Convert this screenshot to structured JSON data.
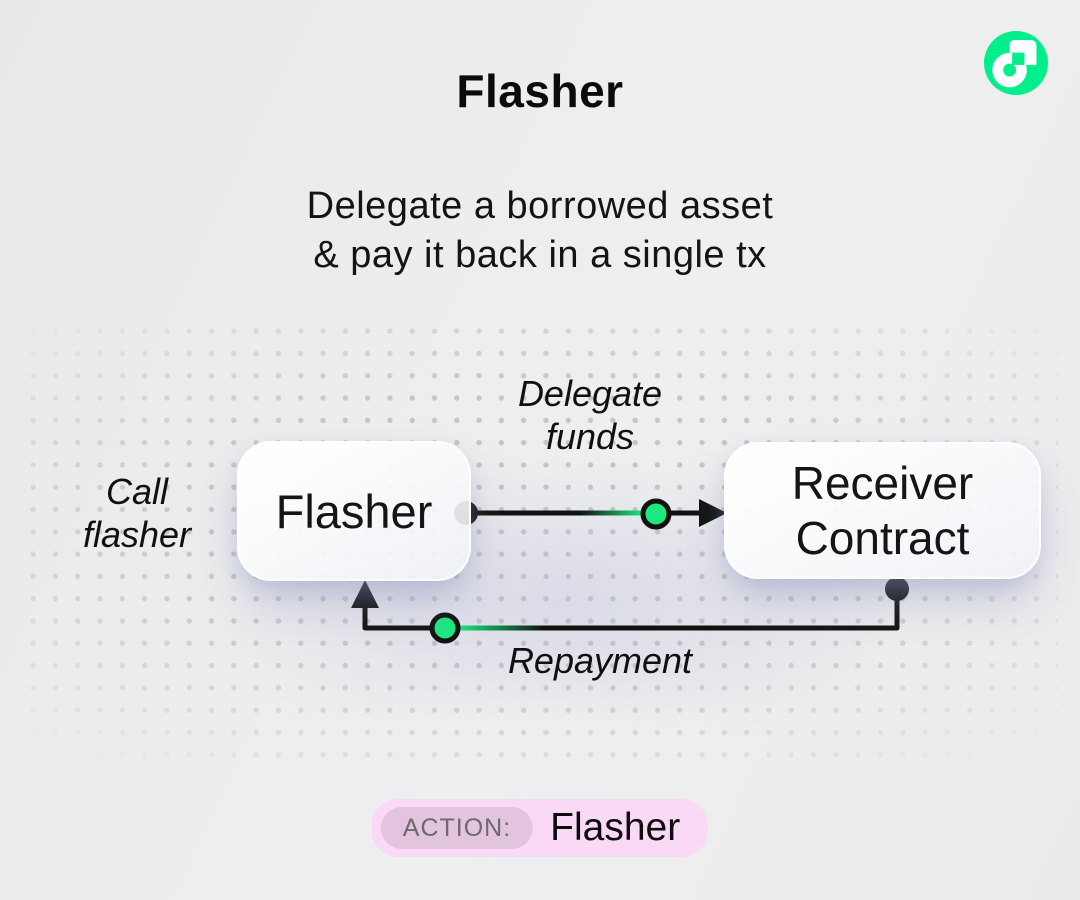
{
  "header": {
    "title": "Flasher",
    "subtitle_line1": "Delegate a borrowed asset",
    "subtitle_line2": "& pay it back in a single tx"
  },
  "logo": {
    "name": "flow-logo",
    "bg_color": "#00ef8b"
  },
  "diagram": {
    "nodes": {
      "flasher": {
        "label": "Flasher"
      },
      "receiver": {
        "line1": "Receiver",
        "line2": "Contract"
      }
    },
    "labels": {
      "call_line1": "Call",
      "call_line2": "flasher",
      "delegate_line1": "Delegate",
      "delegate_line2": "funds",
      "repayment": "Repayment"
    },
    "colors": {
      "accent_green": "#1ce87e",
      "line_black": "#111111",
      "dot_grid": "#c5c5c9"
    }
  },
  "action_badge": {
    "prefix": "ACTION:",
    "value": "Flasher",
    "bg": "#fad9f7",
    "prefix_bg": "#e3c4df"
  }
}
